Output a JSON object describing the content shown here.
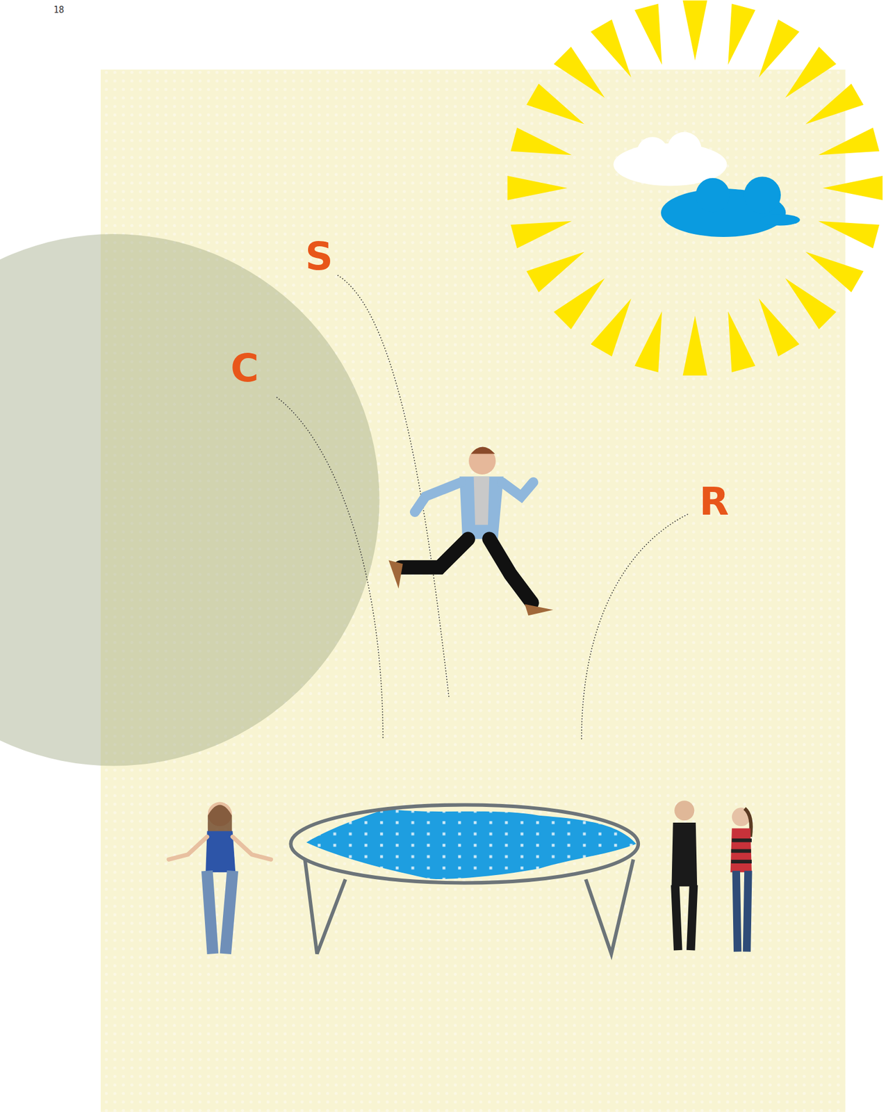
{
  "diagram": {
    "labels": [
      "18",
      "S",
      "C",
      "R"
    ]
  }
}
